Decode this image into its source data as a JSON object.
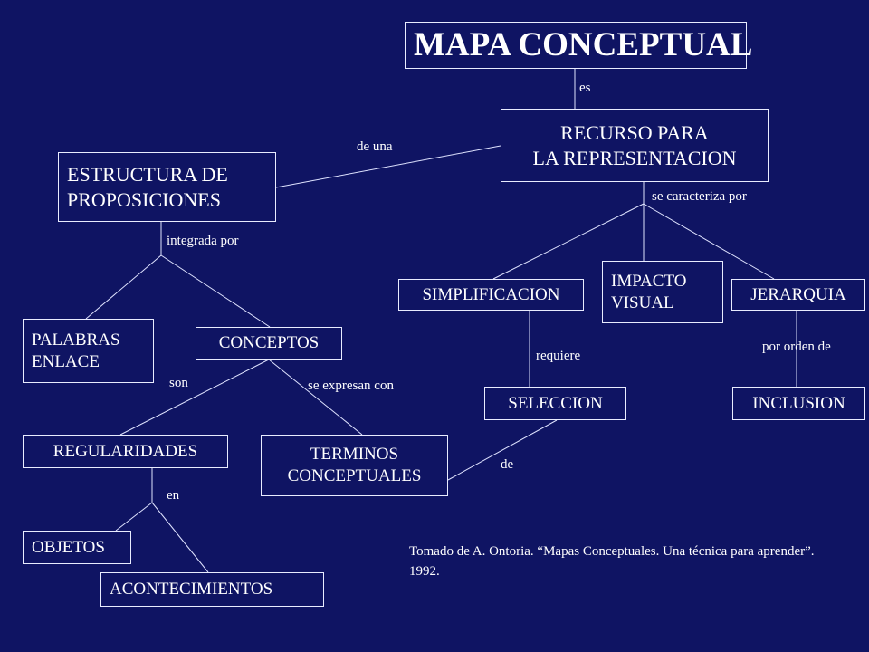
{
  "colors": {
    "background": "#0f1463",
    "text": "#ffffff",
    "lines": "#dfe3ff"
  },
  "nodes": {
    "mapa": "MAPA CONCEPTUAL",
    "recurso": "RECURSO PARA\nLA REPRESENTACION",
    "estructura": "ESTRUCTURA DE\nPROPOSICIONES",
    "simplificacion": "SIMPLIFICACION",
    "impacto": "IMPACTO\nVISUAL",
    "jerarquia": "JERARQUIA",
    "palabras": "PALABRAS\nENLACE",
    "conceptos": "CONCEPTOS",
    "seleccion": "SELECCION",
    "inclusion": "INCLUSION",
    "regularidades": "REGULARIDADES",
    "terminos": "TERMINOS\nCONCEPTUALES",
    "objetos": "OBJETOS",
    "acontecimientos": "ACONTECIMIENTOS"
  },
  "links": {
    "es": "es",
    "de_una": "de una",
    "se_caracteriza": "se caracteriza  por",
    "integrada": "integrada por",
    "requiere": "requiere",
    "por_orden": "por orden de",
    "son": "son",
    "se_expresan": "se expresan con",
    "de": "de",
    "en": "en"
  },
  "citation": "Tomado de A. Ontoria. “Mapas Conceptuales. Una técnica para aprender”. 1992."
}
